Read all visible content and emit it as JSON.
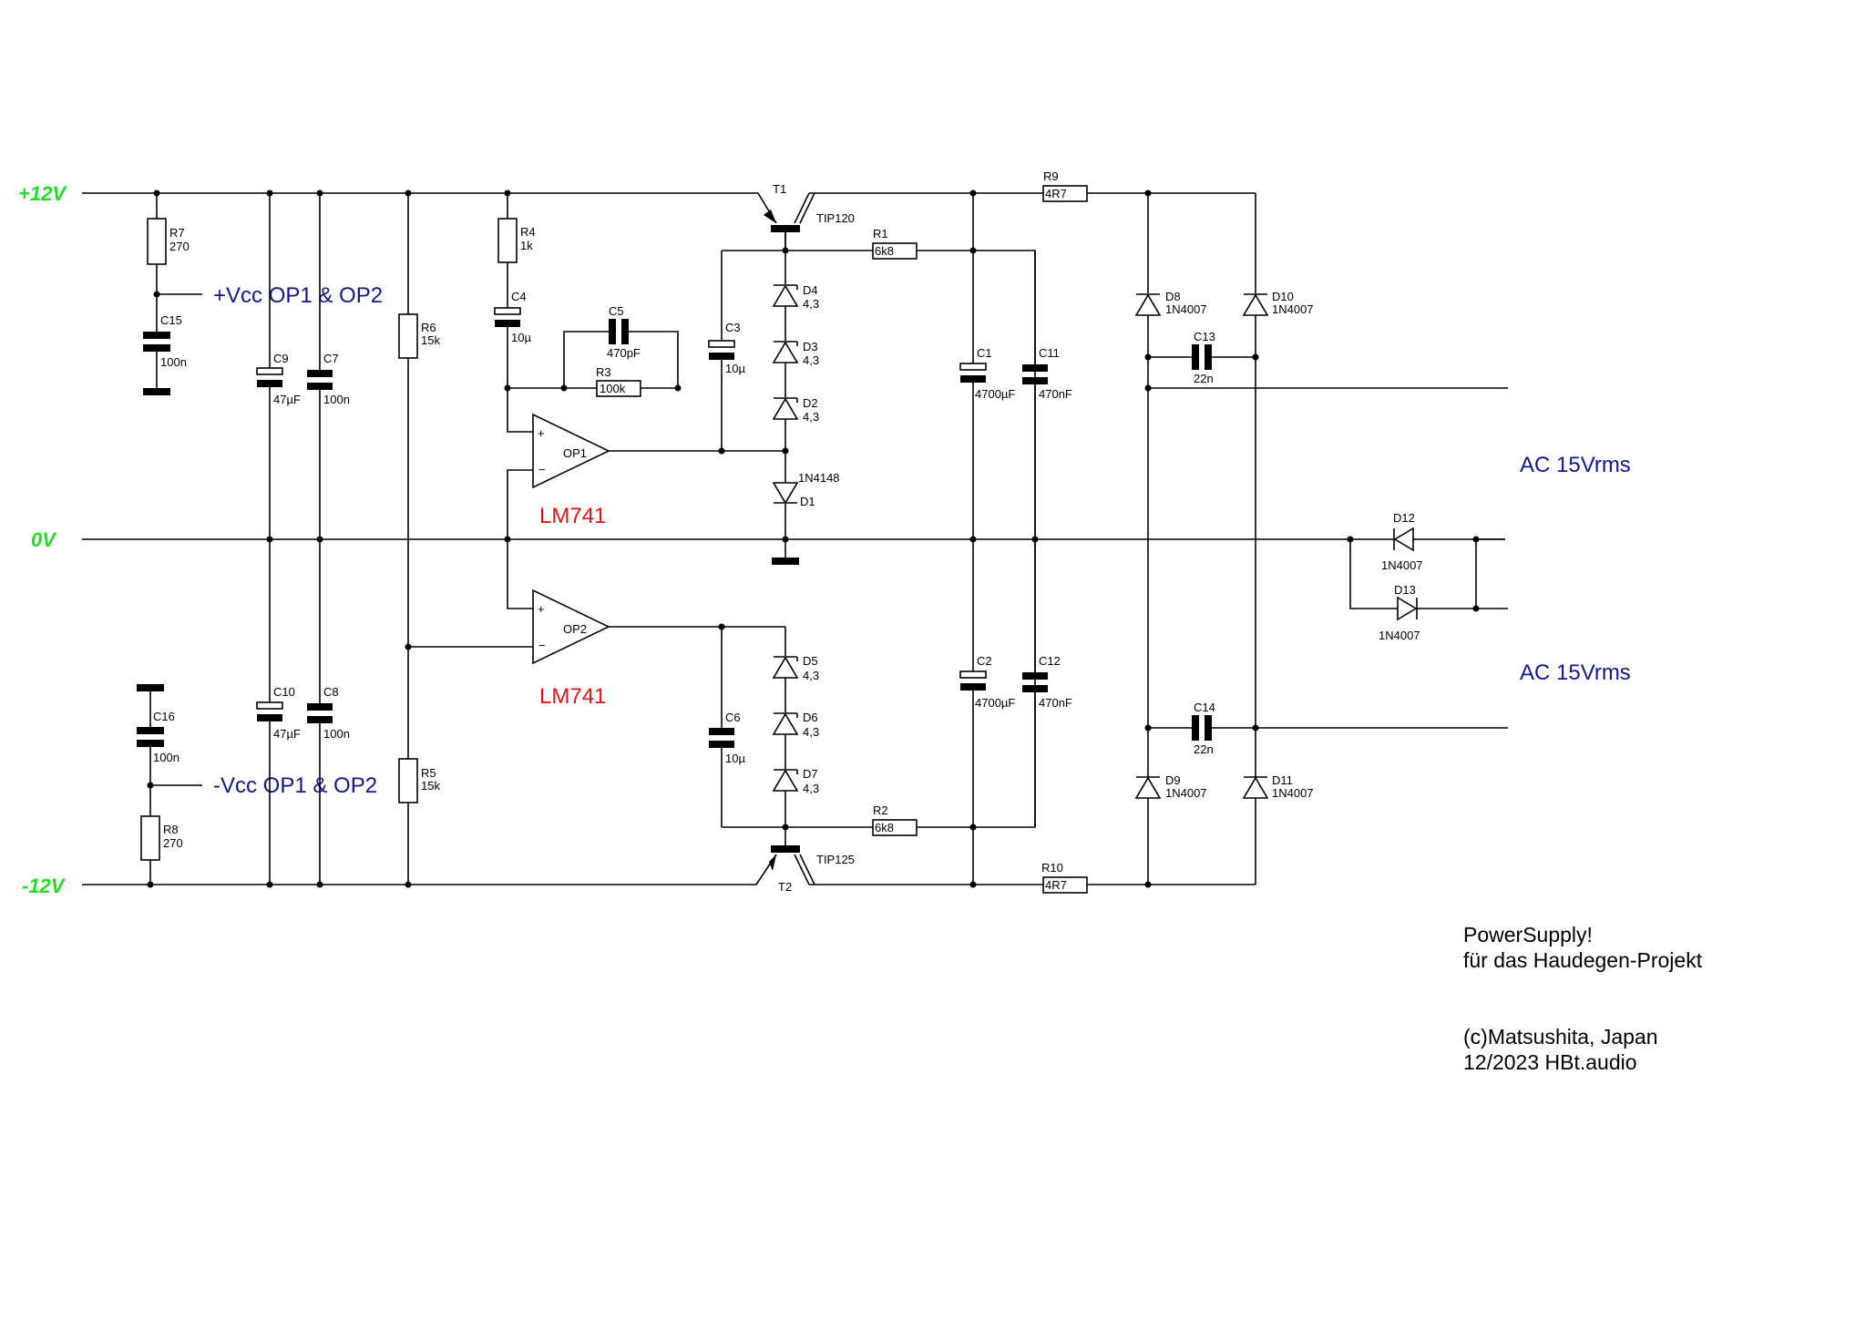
{
  "rails": {
    "pos": "+12V",
    "gnd": "0V",
    "neg": "-12V"
  },
  "colors": {
    "rail": "#22dd22",
    "note_blue": "#101a8c",
    "ic_red": "#e01414"
  },
  "supply_notes": {
    "vcc_pos": "+Vcc OP1 & OP2",
    "vcc_neg": "-Vcc OP1 & OP2"
  },
  "ac_inputs": {
    "upper": "AC 15Vrms",
    "lower": "AC 15Vrms"
  },
  "opamps": {
    "op1": {
      "ref": "OP1",
      "part": "LM741",
      "plus": "+",
      "minus": "−"
    },
    "op2": {
      "ref": "OP2",
      "part": "LM741",
      "plus": "+",
      "minus": "−"
    }
  },
  "transistors": {
    "t1": {
      "ref": "T1",
      "part": "TIP120"
    },
    "t2": {
      "ref": "T2",
      "part": "TIP125"
    }
  },
  "resistors": {
    "r1": {
      "ref": "R1",
      "value": "6k8"
    },
    "r2": {
      "ref": "R2",
      "value": "6k8"
    },
    "r3": {
      "ref": "R3",
      "value": "100k"
    },
    "r4": {
      "ref": "R4",
      "value": "1k"
    },
    "r5": {
      "ref": "R5",
      "value": "15k"
    },
    "r6": {
      "ref": "R6",
      "value": "15k"
    },
    "r7": {
      "ref": "R7",
      "value": "270"
    },
    "r8": {
      "ref": "R8",
      "value": "270"
    },
    "r9": {
      "ref": "R9",
      "value": "4R7"
    },
    "r10": {
      "ref": "R10",
      "value": "4R7"
    }
  },
  "capacitors": {
    "c1": {
      "ref": "C1",
      "value": "4700µF"
    },
    "c2": {
      "ref": "C2",
      "value": "4700µF"
    },
    "c3": {
      "ref": "C3",
      "value": "10µ"
    },
    "c4": {
      "ref": "C4",
      "value": "10µ"
    },
    "c5": {
      "ref": "C5",
      "value": "470pF"
    },
    "c6": {
      "ref": "C6",
      "value": "10µ"
    },
    "c7": {
      "ref": "C7",
      "value": "100n"
    },
    "c8": {
      "ref": "C8",
      "value": "100n"
    },
    "c9": {
      "ref": "C9",
      "value": "47µF"
    },
    "c10": {
      "ref": "C10",
      "value": "47µF"
    },
    "c11": {
      "ref": "C11",
      "value": "470nF"
    },
    "c12": {
      "ref": "C12",
      "value": "470nF"
    },
    "c13": {
      "ref": "C13",
      "value": "22n"
    },
    "c14": {
      "ref": "C14",
      "value": "22n"
    },
    "c15": {
      "ref": "C15",
      "value": "100n"
    },
    "c16": {
      "ref": "C16",
      "value": "100n"
    }
  },
  "diodes": {
    "d1": {
      "ref": "D1",
      "value": "1N4148"
    },
    "d2": {
      "ref": "D2",
      "value": "4,3"
    },
    "d3": {
      "ref": "D3",
      "value": "4,3"
    },
    "d4": {
      "ref": "D4",
      "value": "4,3"
    },
    "d5": {
      "ref": "D5",
      "value": "4,3"
    },
    "d6": {
      "ref": "D6",
      "value": "4,3"
    },
    "d7": {
      "ref": "D7",
      "value": "4,3"
    },
    "d8": {
      "ref": "D8",
      "value": "1N4007"
    },
    "d9": {
      "ref": "D9",
      "value": "1N4007"
    },
    "d10": {
      "ref": "D10",
      "value": "1N4007"
    },
    "d11": {
      "ref": "D11",
      "value": "1N4007"
    },
    "d12": {
      "ref": "D12",
      "value": "1N4007"
    },
    "d13": {
      "ref": "D13",
      "value": "1N4007"
    }
  },
  "title_block": {
    "title": "PowerSupply!",
    "subtitle": "für das Haudegen-Projekt",
    "copyright": "(c)Matsushita, Japan",
    "date": "12/2023 HBt.audio"
  }
}
